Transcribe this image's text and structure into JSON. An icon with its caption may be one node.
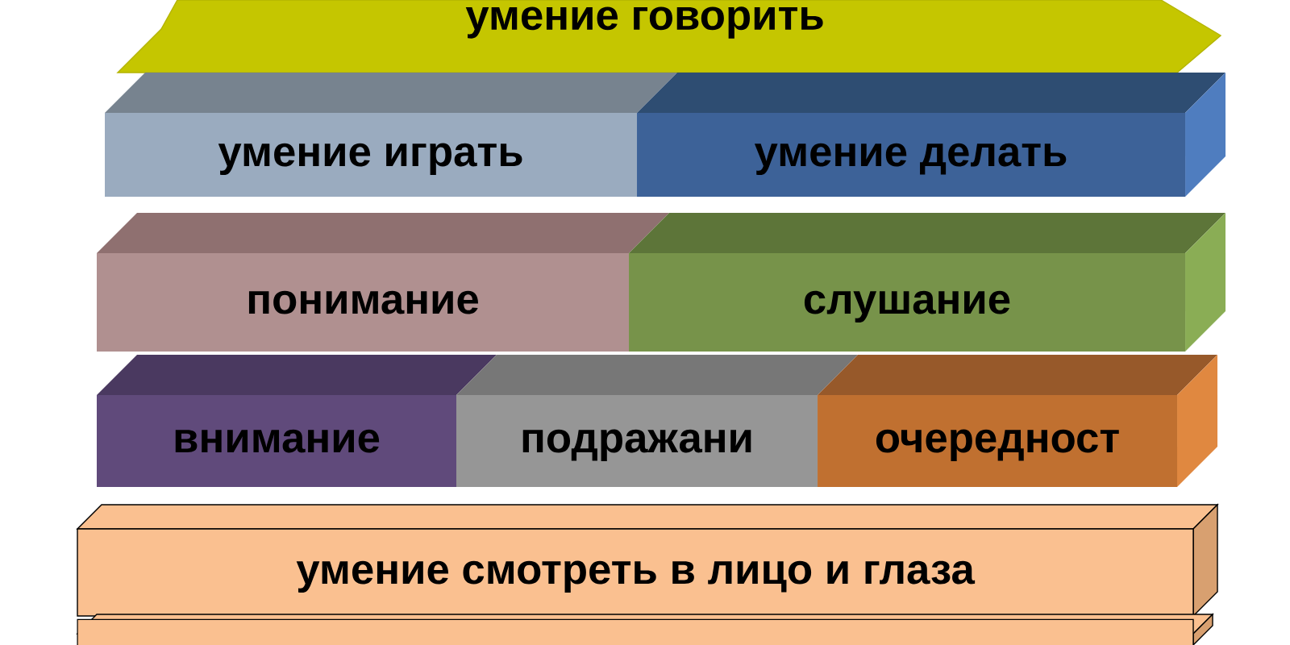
{
  "diagram": {
    "nodes": [
      {
        "text": [
          "умение говорить"
        ]
      },
      {
        "text": [
          "умение играть"
        ]
      },
      {
        "text": [
          "умение делать"
        ]
      },
      {
        "text": [
          "понимание"
        ]
      },
      {
        "text": [
          "слушание"
        ]
      },
      {
        "text": [
          "внимание"
        ]
      },
      {
        "text": [
          "подражани"
        ]
      },
      {
        "text": [
          "очередност"
        ]
      },
      {
        "text": [
          "умение смотреть в лицо и глаза"
        ]
      },
      {
        "text": [],
        "shape": "box"
      }
    ]
  }
}
